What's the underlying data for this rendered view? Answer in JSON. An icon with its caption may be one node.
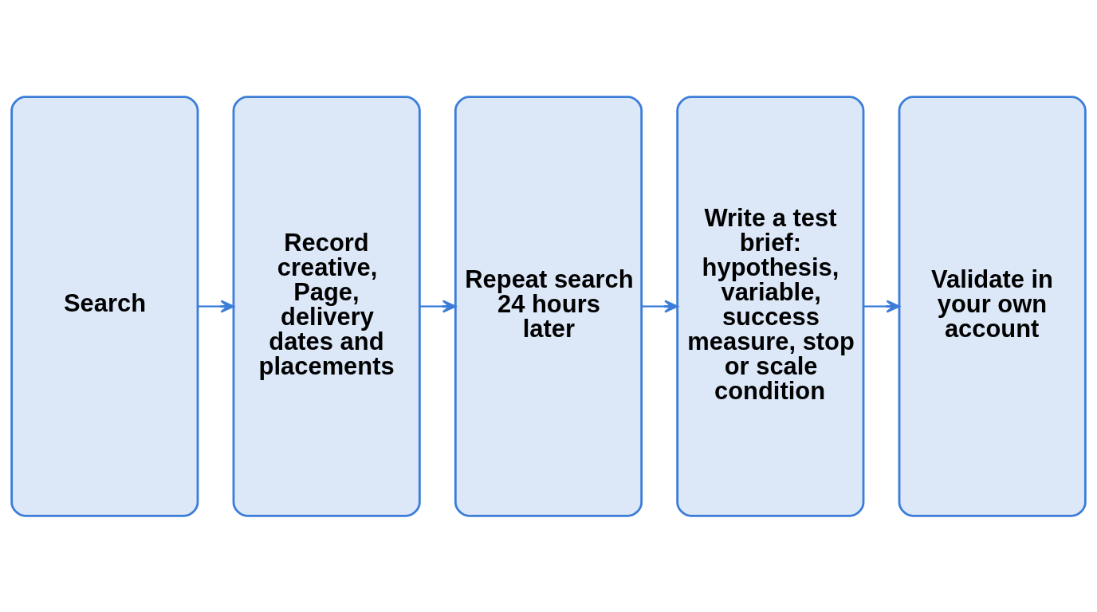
{
  "diagram": {
    "nodes": [
      {
        "text": [
          "Search"
        ]
      },
      {
        "text": [
          "Record creative, Page, delivery dates and placements"
        ]
      },
      {
        "text": [
          "Repeat search 24 hours later"
        ]
      },
      {
        "text": [
          "Write a test brief: hypothesis, variable, success measure, stop or scale condition"
        ]
      },
      {
        "text": [
          "Validate in your own account"
        ]
      }
    ],
    "edges": [
      {
        "from": 0,
        "to": 1,
        "arrow": "to"
      },
      {
        "from": 1,
        "to": 2,
        "arrow": "to"
      },
      {
        "from": 2,
        "to": 3,
        "arrow": "to"
      },
      {
        "from": 3,
        "to": 4,
        "arrow": "to"
      }
    ]
  }
}
